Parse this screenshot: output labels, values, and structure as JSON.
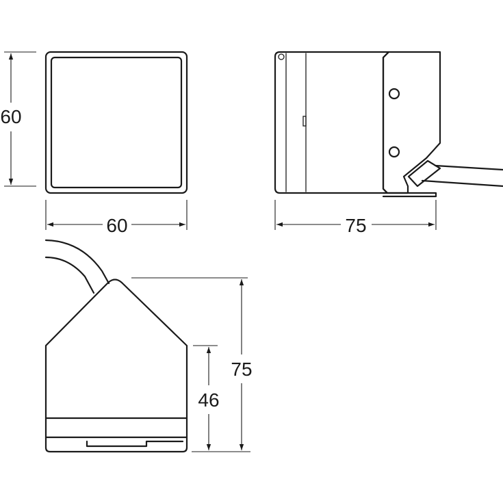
{
  "dimensions": {
    "front_height": "60",
    "front_width": "60",
    "side_length": "75",
    "top_length": "75",
    "top_body_length": "46"
  }
}
